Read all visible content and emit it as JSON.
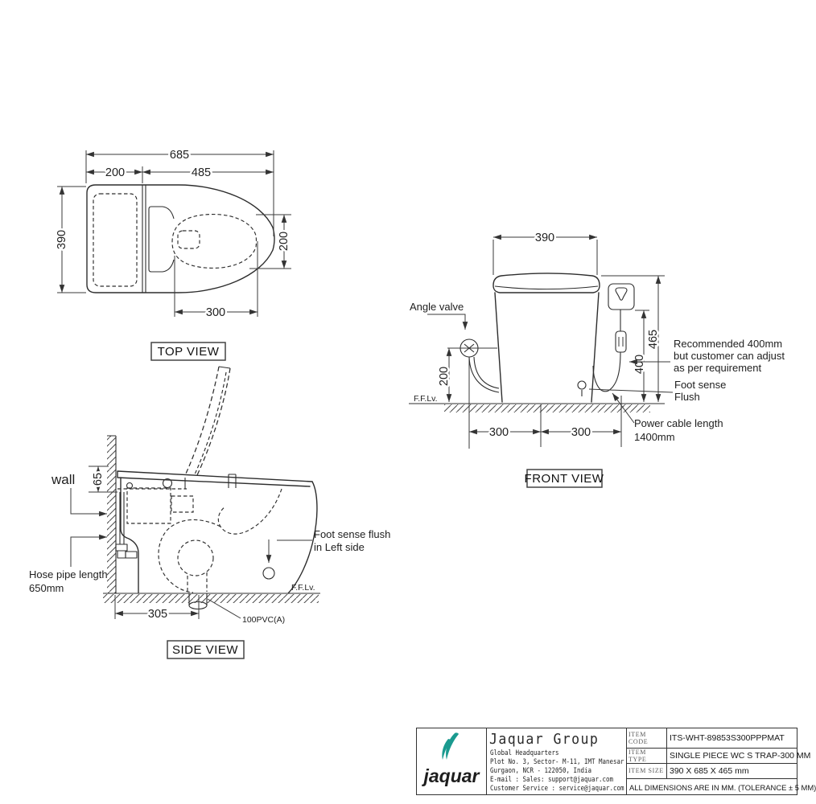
{
  "meta": {
    "background": "#ffffff",
    "line_color": "#2d2d2d"
  },
  "views": {
    "top": {
      "label": "TOP VIEW",
      "dims": {
        "overall_length": "685",
        "rear_section": "200",
        "front_section": "485",
        "overall_width": "390",
        "seat_opening_width": "200",
        "bowl_length": "300"
      }
    },
    "front": {
      "label": "FRONT VIEW",
      "dims": {
        "width": "390",
        "overall_height": "465",
        "outlet_height": "400",
        "valve_height": "200",
        "left_offset": "300",
        "right_offset": "300"
      },
      "annotations": {
        "angle_valve": "Angle valve",
        "ffl": "F.F.Lv.",
        "recommended_line1": "Recommended 400mm",
        "recommended_line2": "but customer can  adjust",
        "recommended_line3": "as per requirement",
        "foot_sense_line1": "Foot sense",
        "foot_sense_line2": "Flush",
        "power_cable_line1": "Power cable length",
        "power_cable_line2": "1400mm"
      }
    },
    "side": {
      "label": "SIDE VIEW",
      "dims": {
        "seat_gap": "65",
        "trap_distance": "305"
      },
      "annotations": {
        "wall": "wall",
        "hose_line1": "Hose pipe length",
        "hose_line2": "650mm",
        "foot_sense_line1": "Foot sense flush",
        "foot_sense_line2": "in Left side",
        "ffl": "F.F.Lv.",
        "pvc": "100PVC(A)"
      }
    }
  },
  "title_block": {
    "brand_color": "#1a9a8f",
    "logo_text": "jaquar",
    "company": "Jaquar Group",
    "address_line1": "Global Headquarters",
    "address_line2": "Plot No. 3, Sector- M-11, IMT Manesar",
    "address_line3": "Gurgaon, NCR - 122050, India",
    "address_line4": "E-mail : Sales: support@jaquar.com",
    "address_line5": "Customer Service : service@jaquar.com",
    "rows": [
      {
        "label": "ITEM CODE",
        "value": "ITS-WHT-89853S300PPPMAT"
      },
      {
        "label": "ITEM TYPE",
        "value": "SINGLE PIECE WC S TRAP-300 MM"
      },
      {
        "label": "ITEM SIZE",
        "value": "390 X 685 X 465 mm"
      }
    ],
    "footer": "ALL DIMENSIONS ARE IN MM. (TOLERANCE ± 5 MM)"
  }
}
